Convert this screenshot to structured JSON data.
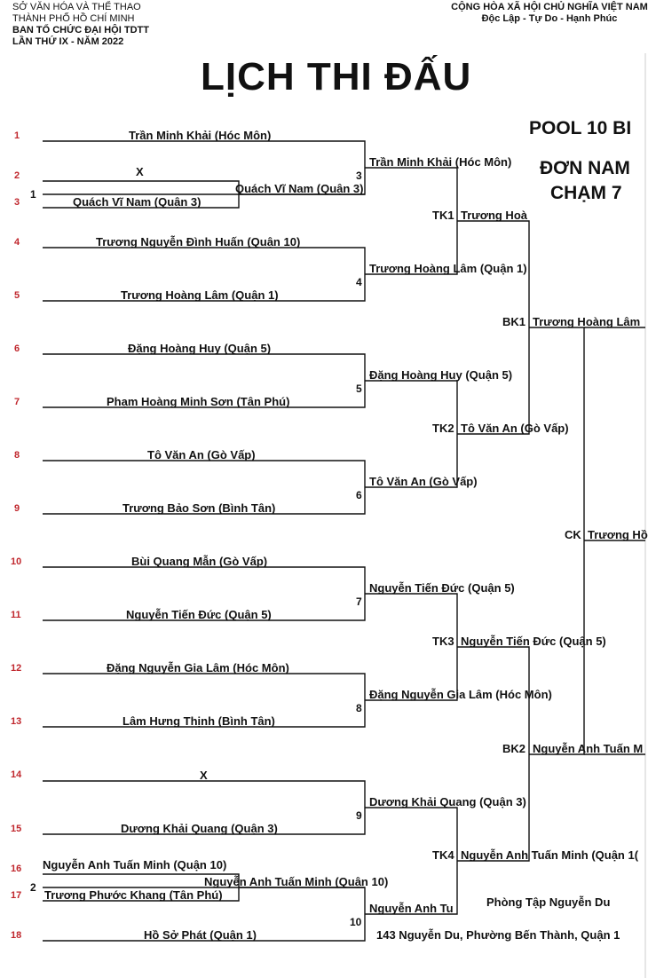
{
  "header_left": [
    "SỞ VĂN HÓA VÀ THỂ THAO",
    "THÀNH PHỐ HỒ CHÍ MINH",
    "BAN TỔ CHỨC ĐẠI HỘI TDTT",
    "LẦN THỨ IX - NĂM 2022"
  ],
  "header_right": [
    "CỘNG HÒA XÃ HỘI CHỦ NGHĨA VIỆT NAM",
    "Độc Lập - Tự Do - Hạnh Phúc"
  ],
  "title": "LỊCH THI ĐẤU",
  "event": {
    "line1": "POOL 10 BI",
    "line2": "ĐƠN NAM",
    "line3": "CHẠM 7"
  },
  "seeds": [
    "1",
    "2",
    "3",
    "4",
    "5",
    "6",
    "7",
    "8",
    "9",
    "10",
    "11",
    "12",
    "13",
    "14",
    "15",
    "16",
    "17",
    "18"
  ],
  "round1": [
    "Trần Minh Khải (Hóc Môn)",
    "X",
    "Quách Vĩ Nam (Quận 3)",
    "Trương Nguyễn Đình Huấn (Quận 10)",
    "Trương Hoàng Lâm (Quận 1)",
    "Đặng Hoàng Huy (Quận 5)",
    "Phạm Hoàng Minh Sơn (Tân Phú)",
    "Tô Văn An (Gò Vấp)",
    "Trương Bảo Sơn (Bình Tân)",
    "Bùi Quang Mẫn (Gò Vấp)",
    "Nguyễn Tiến Đức (Quận 5)",
    "Đặng Nguyễn Gia Lâm (Hóc Môn)",
    "Lâm Hưng Thịnh (Bình Tân)",
    "X",
    "Dương Khải Quang (Quận 3)",
    "Nguyễn Anh Tuấn Minh (Quận 10)",
    "Trương Phước Khang (Tân Phú)",
    "Hồ Sở Phát (Quận 1)"
  ],
  "prelim_labels": [
    "1",
    "2"
  ],
  "prelim_winners": [
    "Quách Vĩ Nam (Quận 3)",
    "Nguyễn Anh Tuấn Minh (Quận 10)"
  ],
  "round2_labels": [
    "3",
    "4",
    "5",
    "6",
    "7",
    "8",
    "9",
    "10"
  ],
  "round2_winners": [
    "Trần Minh Khải (Hóc Môn)",
    "Trương Hoàng Lâm (Quận 1)",
    "Đặng Hoàng Huy (Quận 5)",
    "Tô Văn An (Gò Vấp)",
    "Nguyễn Tiến Đức (Quận 5)",
    "Đặng Nguyễn Gia Lâm (Hóc Môn)",
    "Dương Khải Quang (Quận 3)",
    "Nguyễn Anh Tu"
  ],
  "round3_labels": [
    "TK1",
    "TK2",
    "TK3",
    "TK4"
  ],
  "round3_winners": [
    "Trương Hoà",
    "Tô Văn An (Gò Vấp)",
    "Nguyễn Tiến Đức (Quận 5)",
    "Nguyễn Anh Tuấn Minh (Quận 1("
  ],
  "semi_labels": [
    "BK1",
    "BK2"
  ],
  "semi_winners": [
    "Trương Hoàng Lâm",
    "Nguyễn Anh Tuấn M"
  ],
  "final_label": "CK",
  "final_winner": "Trương Hồ",
  "venue": {
    "name": "Phòng Tập Nguyễn Du",
    "address": "143 Nguyễn Du, Phường Bến Thành, Quận 1"
  }
}
